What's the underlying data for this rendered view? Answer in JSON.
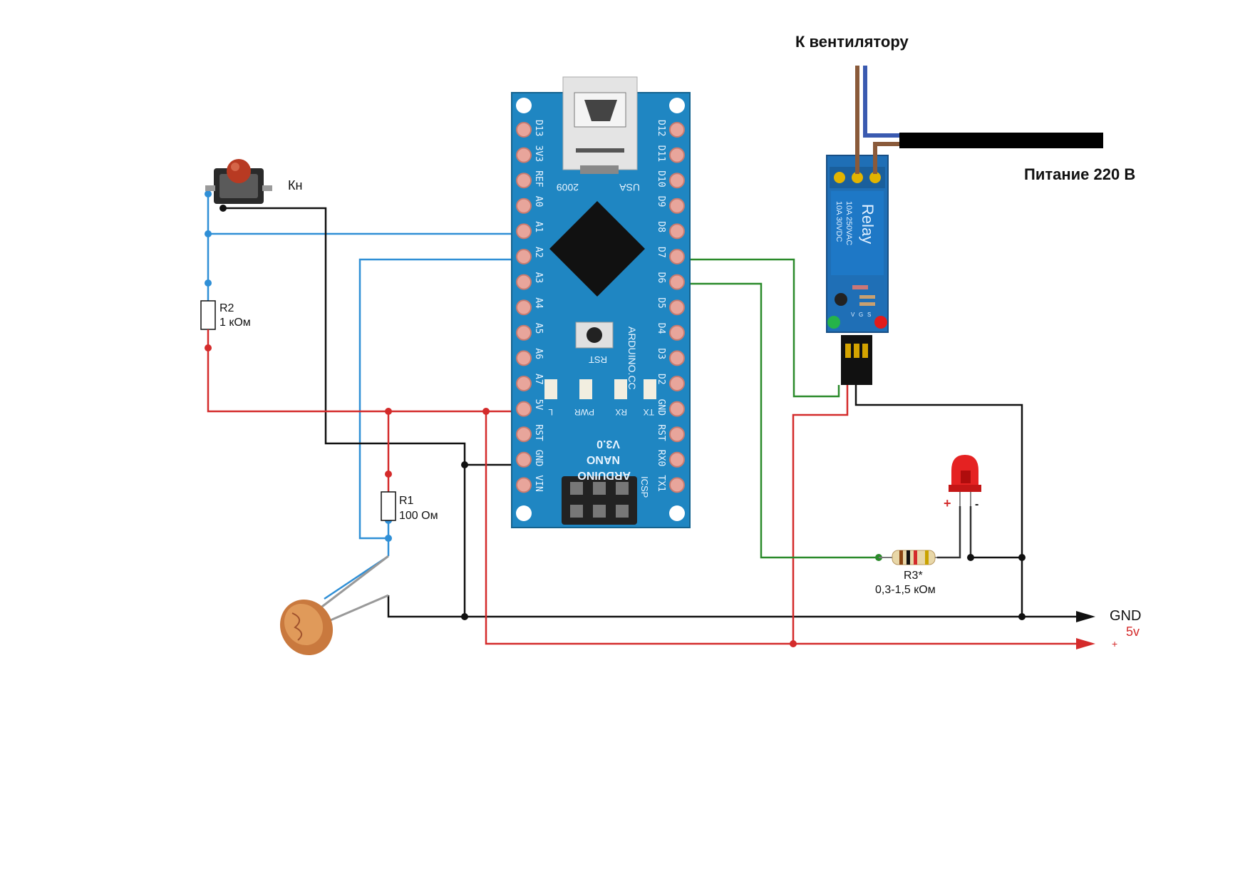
{
  "labels": {
    "to_fan": "К вентилятору",
    "power_220": "Питание 220 В",
    "button": "Кн",
    "r2_name": "R2",
    "r2_value": "1 кОм",
    "r1_name": "R1",
    "r1_value": "100 Ом",
    "r3_name": "R3*",
    "r3_value": "0,3-1,5 кОм",
    "gnd": "GND",
    "v5": "5v",
    "plus": "+",
    "led_plus": "+",
    "led_minus": "-"
  },
  "arduino": {
    "board_name_1": "ARDUINO",
    "board_name_2": "NANO",
    "board_name_3": "V3.0",
    "site": "ARDUINO.CC",
    "year": "2009",
    "usa": "USA",
    "rst_button": "RST",
    "icsp": "ICSP",
    "led_labels": [
      "L",
      "PWR",
      "RX",
      "TX"
    ],
    "left_pins": [
      "D13",
      "3V3",
      "REF",
      "A0",
      "A1",
      "A2",
      "A3",
      "A4",
      "A5",
      "A6",
      "A7",
      "5V",
      "RST",
      "GND",
      "VIN"
    ],
    "right_pins": [
      "D12",
      "D11",
      "D10",
      "D9",
      "D8",
      "D7",
      "D6",
      "D5",
      "D4",
      "D3",
      "D2",
      "GND",
      "RST",
      "RX0",
      "TX1"
    ]
  },
  "relay": {
    "title": "Relay",
    "rating_1": "10A 250VAC",
    "rating_2": "10A 30VDC",
    "pins": [
      "V",
      "G",
      "S"
    ]
  },
  "colors": {
    "wire_red": "#d42b2b",
    "wire_black": "#111111",
    "wire_blue": "#2f8fd6",
    "wire_green": "#2a8a2a",
    "board_blue": "#1f86c2",
    "relay_blue": "#1f6fb6"
  }
}
